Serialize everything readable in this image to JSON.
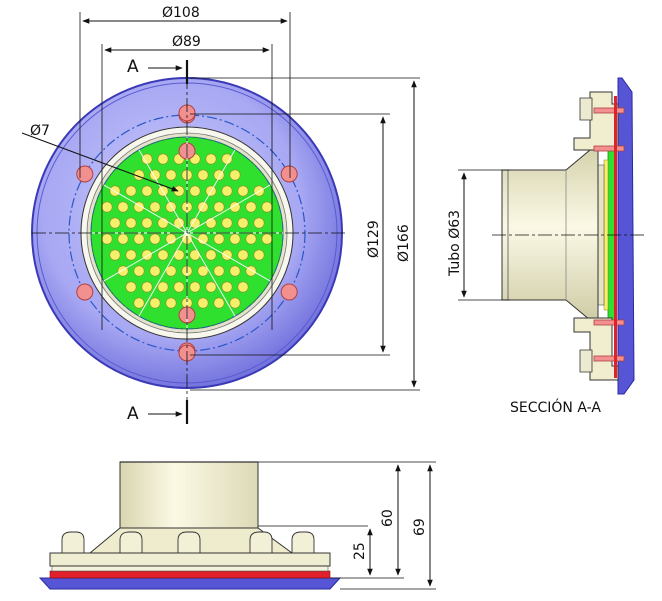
{
  "dimensions": {
    "dia_108": "Ø108",
    "dia_89": "Ø89",
    "dia_7": "Ø7",
    "dia_129": "Ø129",
    "dia_166": "Ø166",
    "tubo_63": "Tubo Ø63",
    "height_60": "60",
    "height_25": "25",
    "height_69": "69"
  },
  "section_marks": {
    "top": "A",
    "bottom": "A"
  },
  "section_title": "SECCIÓN A-A",
  "colors": {
    "flange": "#9b9bf0",
    "flange_dark": "#4b4bc8",
    "grate": "#2fe02f",
    "holes": "#f4f06a",
    "body": "#f3f0cf",
    "bolt": "#f29090",
    "gasket": "#e0202a"
  }
}
